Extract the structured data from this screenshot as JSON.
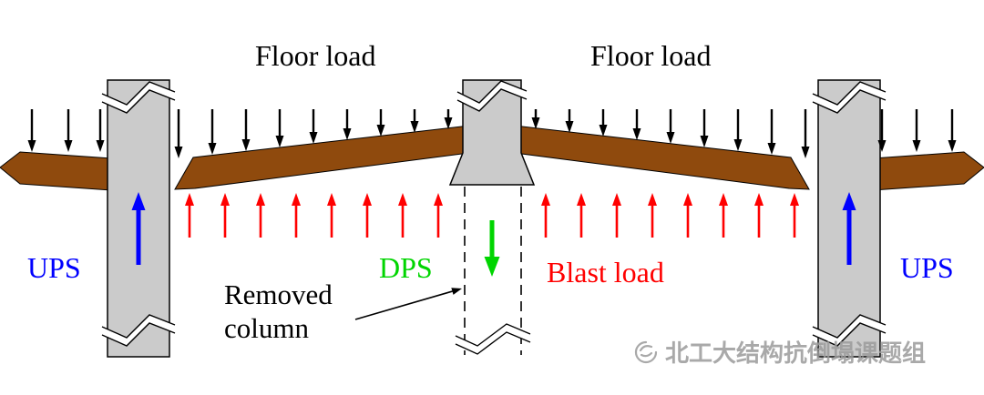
{
  "labels": {
    "floor_load_left": "Floor load",
    "floor_load_right": "Floor load",
    "ups_left": "UPS",
    "dps": "DPS",
    "blast_load": "Blast load",
    "ups_right": "UPS",
    "removed_line1": "Removed",
    "removed_line2": "column",
    "watermark": "北工大结构抗倒塌课题组"
  },
  "colors": {
    "beam": "#8f4a0d",
    "column_fill": "#cbcbcb",
    "outline": "#000000",
    "floor_load_arrow": "#000000",
    "blast_arrow": "#ff0000",
    "ups_arrow": "#0000ff",
    "dps_arrow": "#00d500",
    "ups_text": "#0000ff",
    "dps_text": "#00d500",
    "blast_text": "#ff0000",
    "removed_text": "#000000",
    "watermark_text": "#9b9b9b"
  }
}
